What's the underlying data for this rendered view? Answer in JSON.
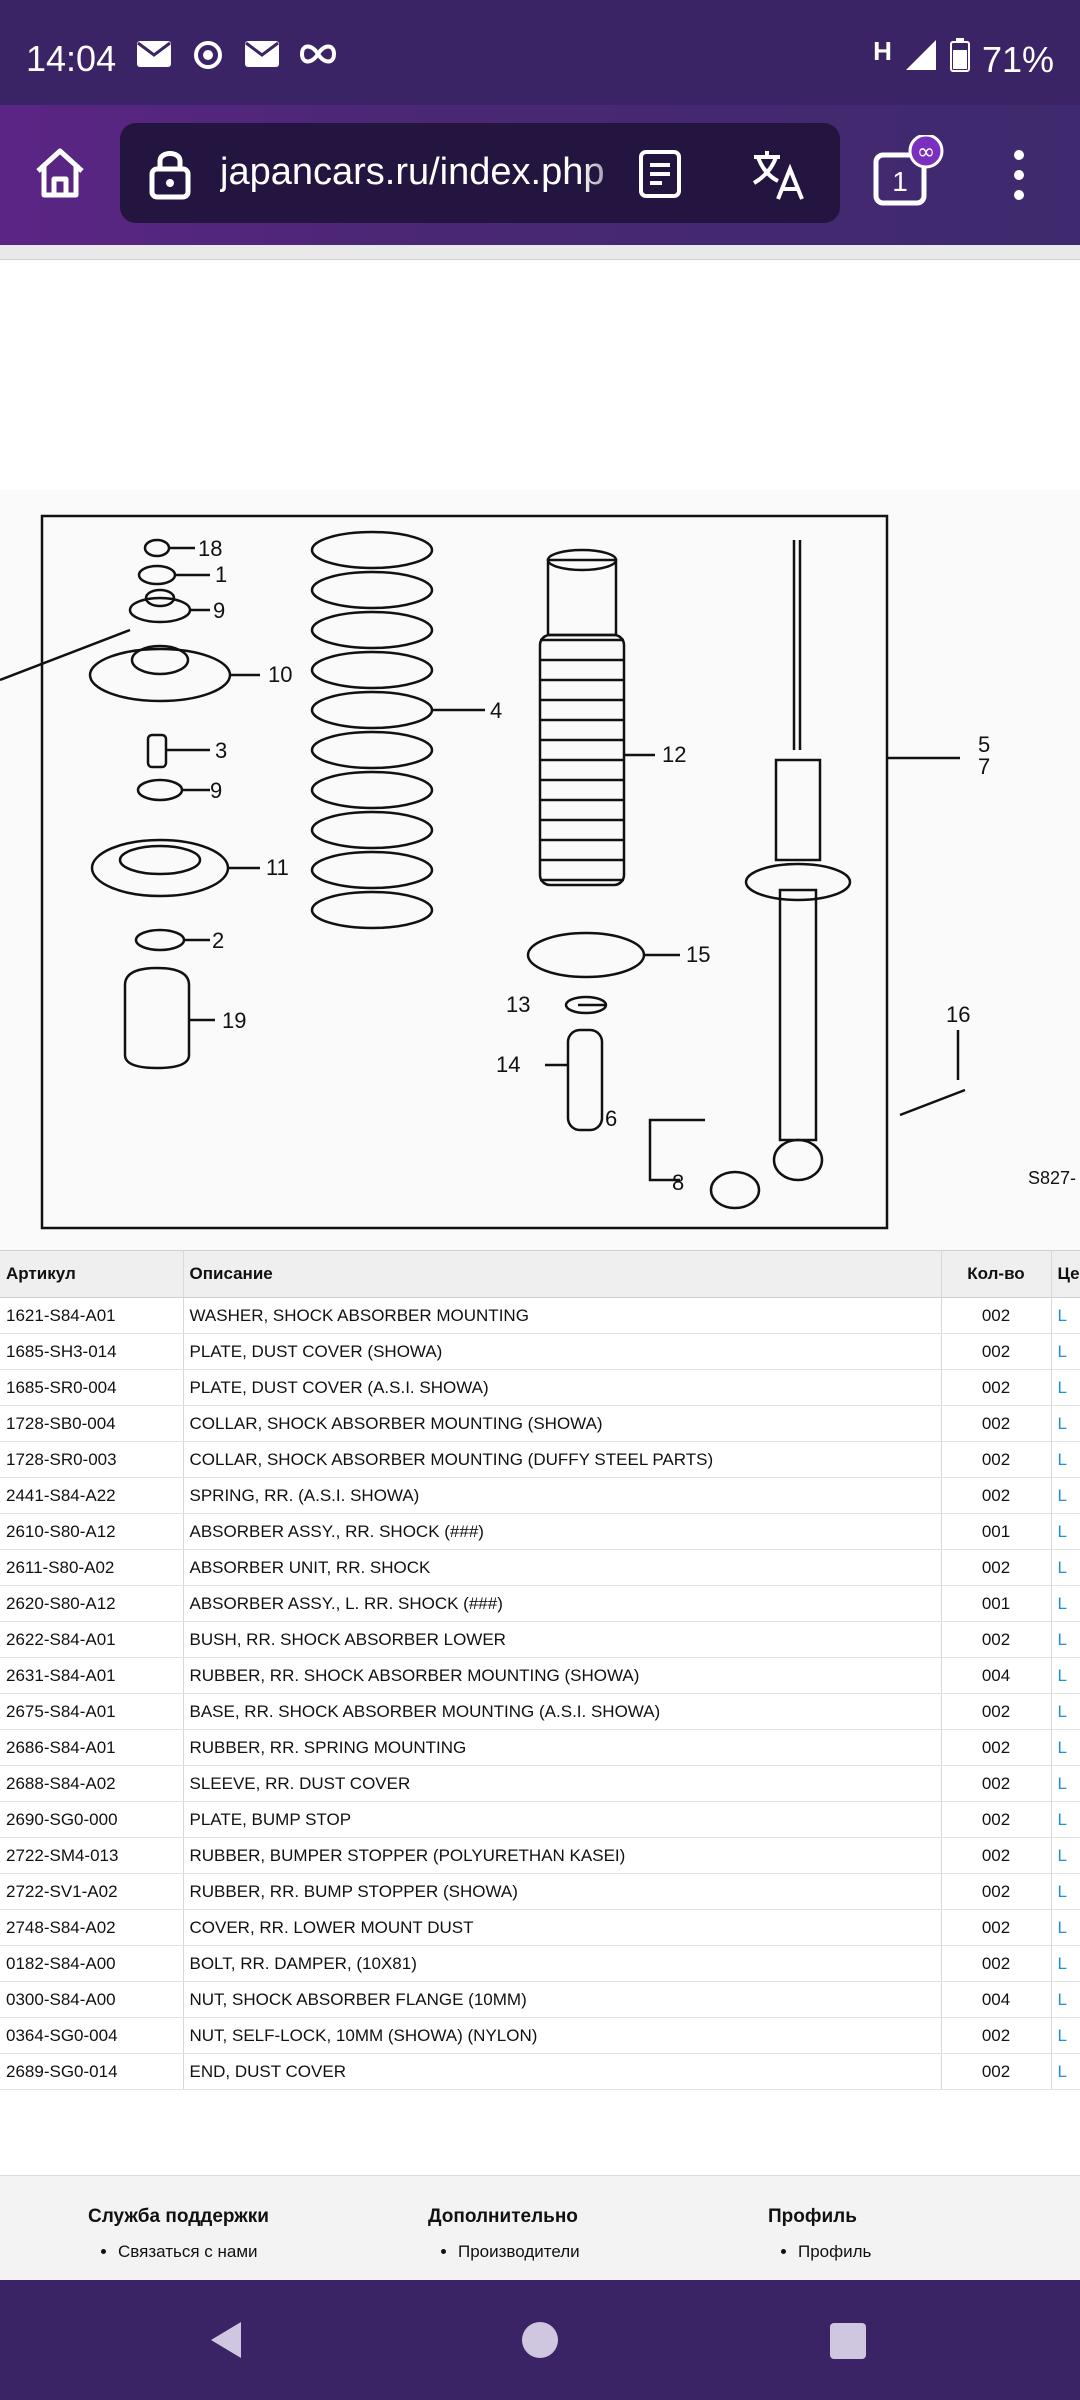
{
  "status_bar": {
    "time": "14:04",
    "network": "H",
    "battery": "71%",
    "notification_icons": [
      "mail-icon",
      "app-icon",
      "mail-icon",
      "infinity-icon"
    ]
  },
  "browser": {
    "url": "japancars.ru/index.php",
    "tab_count": "1",
    "tab_badge": "∞"
  },
  "diagram": {
    "code": "S827-",
    "callouts": [
      "18",
      "1",
      "9",
      "10",
      "3",
      "9",
      "11",
      "2",
      "19",
      "4",
      "12",
      "15",
      "13",
      "14",
      "6",
      "8",
      "5",
      "7",
      "16"
    ]
  },
  "table": {
    "headers": [
      "Артикул",
      "Описание",
      "Кол-во",
      "Це"
    ],
    "rows": [
      {
        "part": "1621-S84-A01",
        "desc": "WASHER, SHOCK ABSORBER MOUNTING",
        "qty": "002",
        "link": "L"
      },
      {
        "part": "1685-SH3-014",
        "desc": "PLATE, DUST COVER (SHOWA)",
        "qty": "002",
        "link": "L"
      },
      {
        "part": "1685-SR0-004",
        "desc": "PLATE, DUST COVER (A.S.I. SHOWA)",
        "qty": "002",
        "link": "L"
      },
      {
        "part": "1728-SB0-004",
        "desc": "COLLAR, SHOCK ABSORBER MOUNTING (SHOWA)",
        "qty": "002",
        "link": "L"
      },
      {
        "part": "1728-SR0-003",
        "desc": "COLLAR, SHOCK ABSORBER MOUNTING (DUFFY STEEL PARTS)",
        "qty": "002",
        "link": "L"
      },
      {
        "part": "2441-S84-A22",
        "desc": "SPRING, RR. (A.S.I. SHOWA)",
        "qty": "002",
        "link": "L"
      },
      {
        "part": "2610-S80-A12",
        "desc": "ABSORBER ASSY., RR. SHOCK (###)",
        "qty": "001",
        "link": "L"
      },
      {
        "part": "2611-S80-A02",
        "desc": "ABSORBER UNIT, RR. SHOCK",
        "qty": "002",
        "link": "L"
      },
      {
        "part": "2620-S80-A12",
        "desc": "ABSORBER ASSY., L. RR. SHOCK (###)",
        "qty": "001",
        "link": "L"
      },
      {
        "part": "2622-S84-A01",
        "desc": "BUSH, RR. SHOCK ABSORBER LOWER",
        "qty": "002",
        "link": "L"
      },
      {
        "part": "2631-S84-A01",
        "desc": "RUBBER, RR. SHOCK ABSORBER MOUNTING (SHOWA)",
        "qty": "004",
        "link": "L"
      },
      {
        "part": "2675-S84-A01",
        "desc": "BASE, RR. SHOCK ABSORBER MOUNTING (A.S.I. SHOWA)",
        "qty": "002",
        "link": "L"
      },
      {
        "part": "2686-S84-A01",
        "desc": "RUBBER, RR. SPRING MOUNTING",
        "qty": "002",
        "link": "L"
      },
      {
        "part": "2688-S84-A02",
        "desc": "SLEEVE, RR. DUST COVER",
        "qty": "002",
        "link": "L"
      },
      {
        "part": "2690-SG0-000",
        "desc": "PLATE, BUMP STOP",
        "qty": "002",
        "link": "L"
      },
      {
        "part": "2722-SM4-013",
        "desc": "RUBBER, BUMPER STOPPER (POLYURETHAN KASEI)",
        "qty": "002",
        "link": "L"
      },
      {
        "part": "2722-SV1-A02",
        "desc": "RUBBER, RR. BUMP STOPPER (SHOWA)",
        "qty": "002",
        "link": "L"
      },
      {
        "part": "2748-S84-A02",
        "desc": "COVER, RR. LOWER MOUNT DUST",
        "qty": "002",
        "link": "L"
      },
      {
        "part": "0182-S84-A00",
        "desc": "BOLT, RR. DAMPER, (10X81)",
        "qty": "002",
        "link": "L"
      },
      {
        "part": "0300-S84-A00",
        "desc": "NUT, SHOCK ABSORBER FLANGE (10MM)",
        "qty": "004",
        "link": "L"
      },
      {
        "part": "0364-SG0-004",
        "desc": "NUT, SELF-LOCK, 10MM (SHOWA) (NYLON)",
        "qty": "002",
        "link": "L"
      },
      {
        "part": "2689-SG0-014",
        "desc": "END, DUST COVER",
        "qty": "002",
        "link": "L"
      }
    ]
  },
  "footer": {
    "support": {
      "title": "Служба поддержки",
      "items": [
        "Связаться с нами"
      ]
    },
    "additional": {
      "title": "Дополнительно",
      "items": [
        "Производители"
      ]
    },
    "profile": {
      "title": "Профиль",
      "items": [
        "Профиль"
      ]
    }
  }
}
